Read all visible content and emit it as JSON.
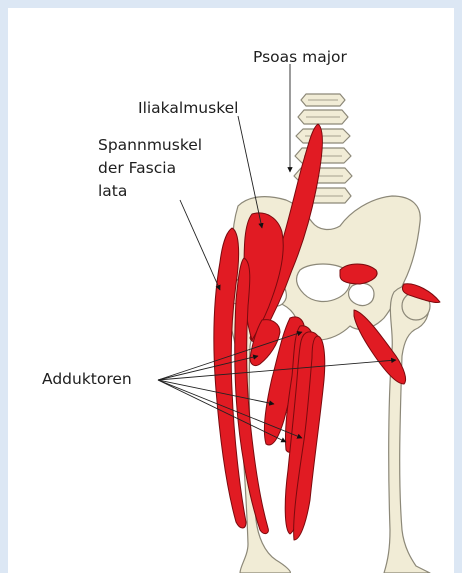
{
  "labels": {
    "psoas_major": "Psoas major",
    "iliakalmuskel": "Iliakalmuskel",
    "spannmuskel_line1": "Spannmuskel",
    "spannmuskel_line2": "der Fascia",
    "spannmuskel_line3": "lata",
    "adduktoren": "Adduktoren"
  },
  "colors": {
    "background_frame": "#dce7f4",
    "panel": "#ffffff",
    "bone": "#f1ecd6",
    "bone_outline": "#8c8878",
    "muscle": "#e11b23",
    "muscle_outline": "#7a0a0e",
    "text": "#1e1e1e"
  }
}
